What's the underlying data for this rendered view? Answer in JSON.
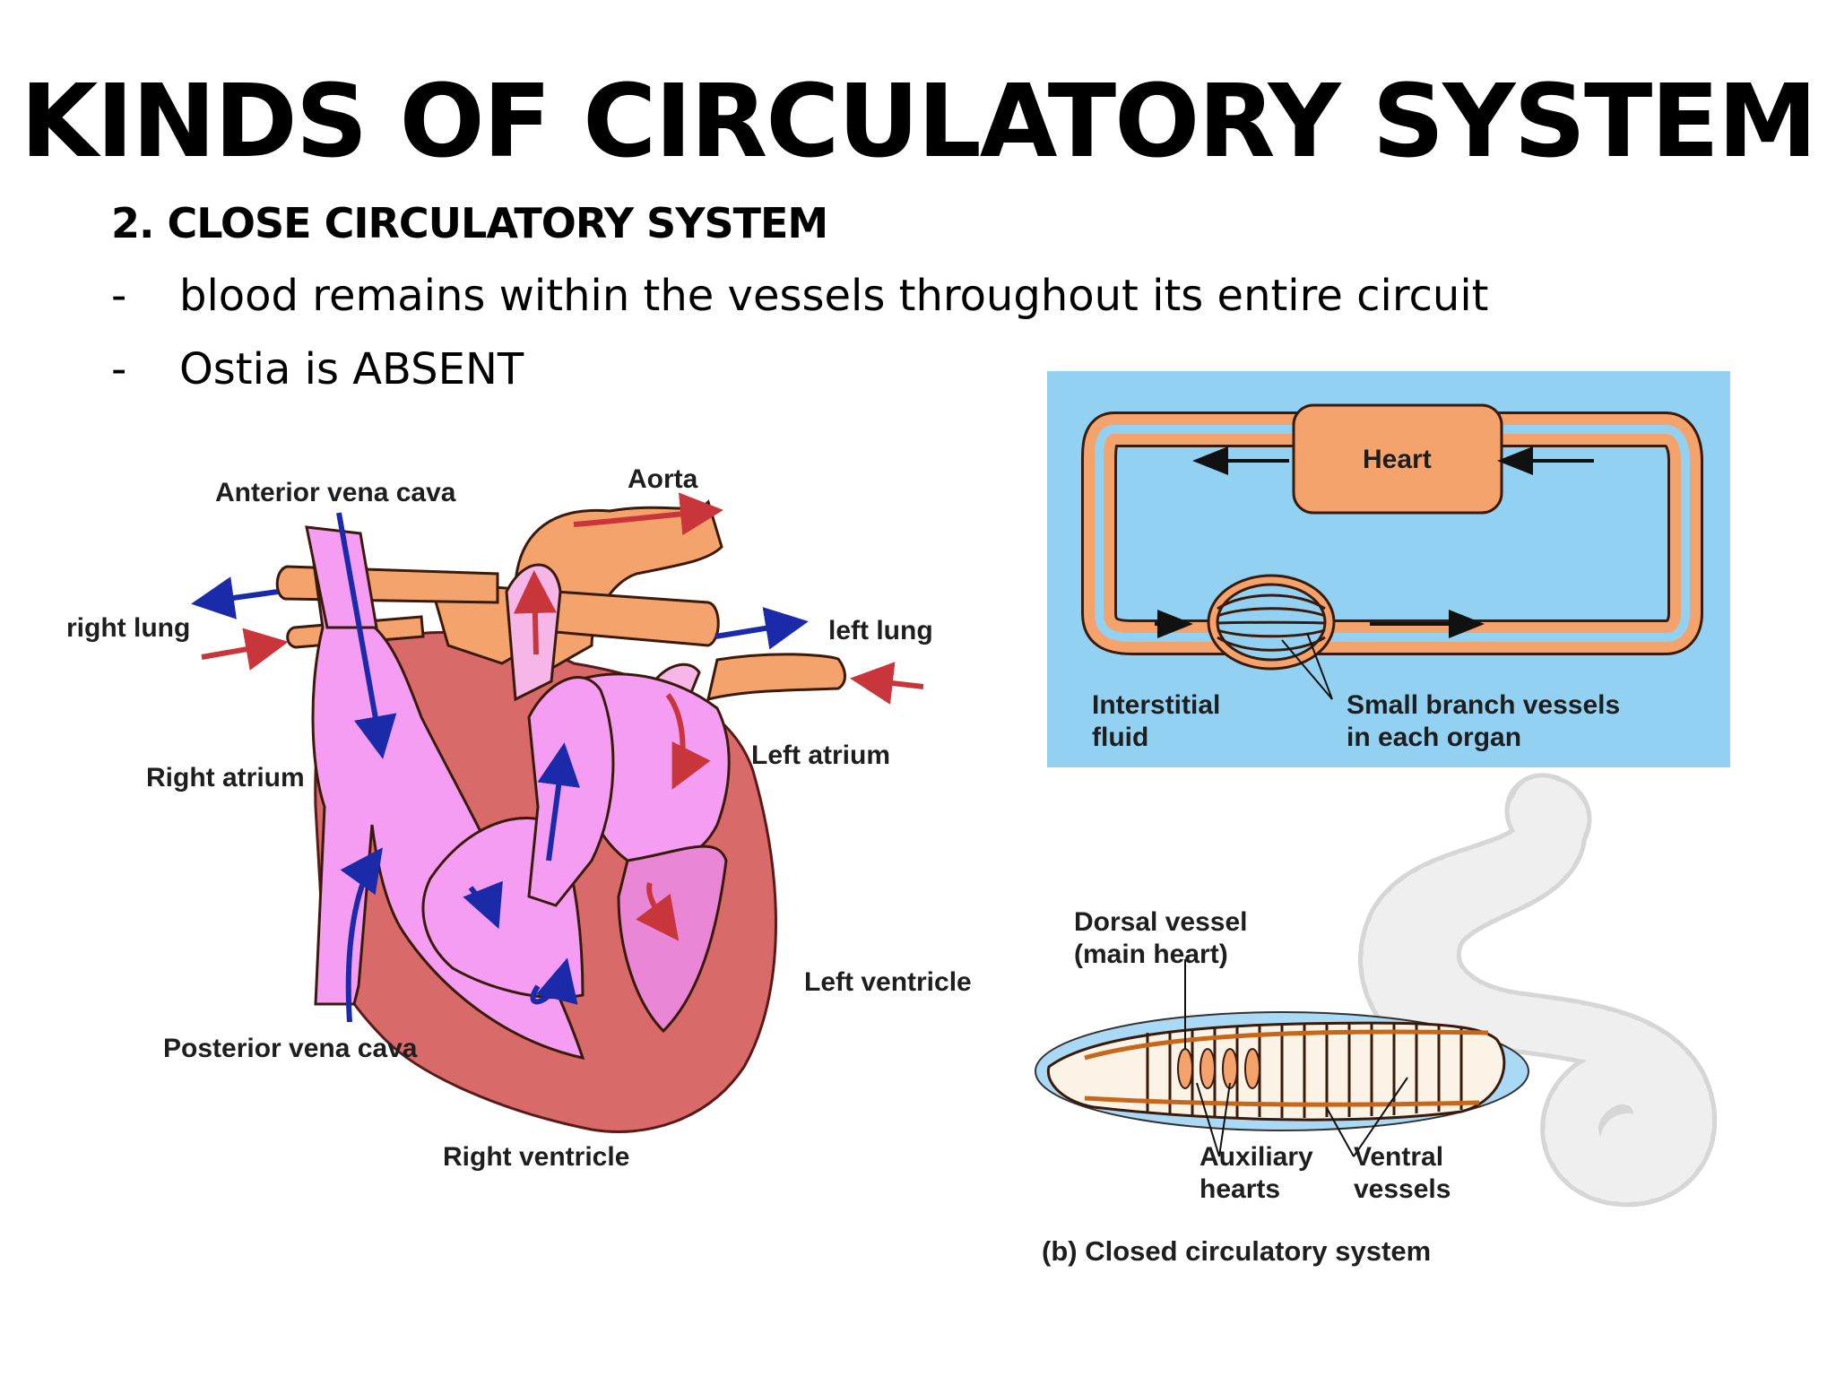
{
  "slide": {
    "title": "KINDS OF CIRCULATORY SYSTEM",
    "subheading": "2. CLOSE CIRCULATORY SYSTEM",
    "bullets": [
      {
        "dash": "-",
        "text": "blood remains within the vessels throughout its entire circuit"
      },
      {
        "dash": "-",
        "text": "Ostia is ABSENT"
      }
    ]
  },
  "heart_diagram": {
    "labels": {
      "anterior_vena_cava": "Anterior vena cava",
      "aorta": "Aorta",
      "right_lung": "right lung",
      "left_lung": "left lung",
      "left_atrium": "Left atrium",
      "right_atrium": "Right atrium",
      "left_ventricle": "Left ventricle",
      "posterior_vena_cava": "Posterior vena cava",
      "right_ventricle": "Right ventricle"
    }
  },
  "loop_diagram": {
    "labels": {
      "heart": "Heart",
      "interstitial_line1": "Interstitial",
      "interstitial_line2": "fluid",
      "branch_line1": "Small branch vessels",
      "branch_line2": "in each organ"
    }
  },
  "worm_diagram": {
    "labels": {
      "dorsal_line1": "Dorsal vessel",
      "dorsal_line2": "(main heart)",
      "auxiliary_line1": "Auxiliary",
      "auxiliary_line2": "hearts",
      "ventral_line1": "Ventral",
      "ventral_line2": "vessels",
      "caption": "(b) Closed circulatory system"
    }
  },
  "colors": {
    "panel_blue": "#92d1f2",
    "vessel_orange": "#f5a36c",
    "heart_pink": "#f49df2",
    "heart_wall": "#d96a6a",
    "oxygenated_arrow": "#c8353a",
    "deoxygenated_arrow": "#1a2aa8"
  }
}
